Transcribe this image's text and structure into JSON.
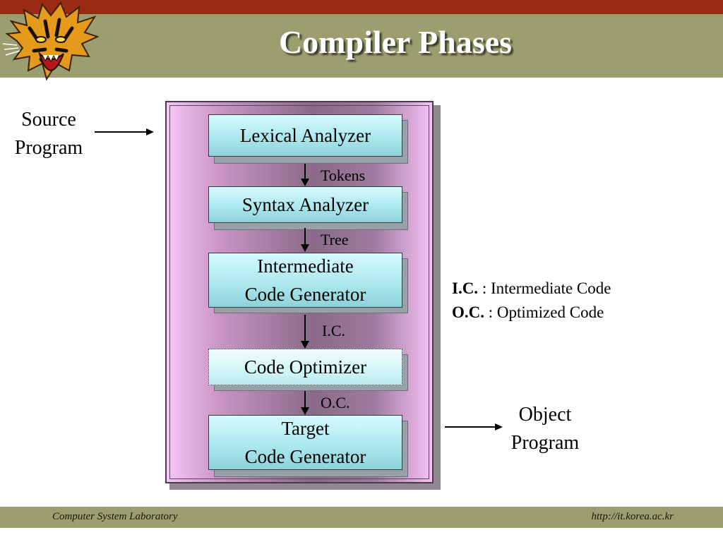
{
  "title": "Compiler Phases",
  "source_label": [
    "Source",
    "Program"
  ],
  "object_label": [
    "Object",
    "Program"
  ],
  "phases": [
    {
      "lines": [
        "Lexical Analyzer"
      ]
    },
    {
      "lines": [
        "Syntax Analyzer"
      ]
    },
    {
      "lines": [
        "Intermediate",
        "Code Generator"
      ]
    },
    {
      "lines": [
        "Code Optimizer"
      ]
    },
    {
      "lines": [
        "Target",
        "Code Generator"
      ]
    }
  ],
  "edge_labels": [
    "Tokens",
    "Tree",
    "I.C.",
    "O.C."
  ],
  "legend": [
    {
      "abbr": "I.C.",
      "text": " : Intermediate Code"
    },
    {
      "abbr": "O.C.",
      "text": " : Optimized Code"
    }
  ],
  "footer": {
    "lab": "Computer System Laboratory",
    "url": "http://it.korea.ac.kr"
  }
}
